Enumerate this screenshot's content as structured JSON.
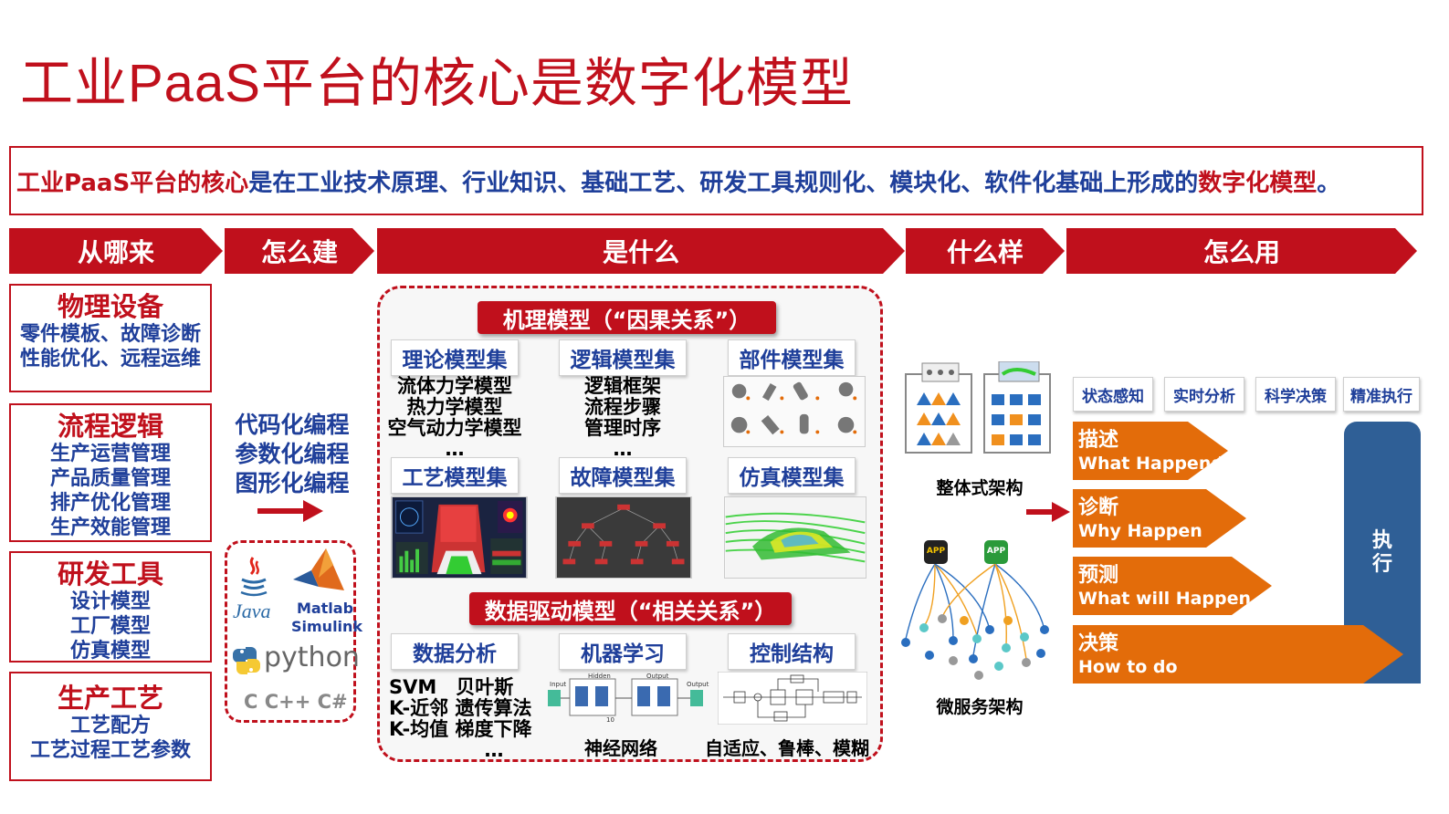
{
  "title": "工业PaaS平台的核心是数字化模型",
  "definition": {
    "part1": "工业PaaS平台的核心",
    "part2": "是在工业技术原理、行业知识、基础工艺、研发工具规则化、模块化、软件化基础上形成的",
    "part3": "数字化模型",
    "end": "。"
  },
  "headers": [
    "从哪来",
    "怎么建",
    "是什么",
    "什么样",
    "怎么用"
  ],
  "sources": [
    {
      "heading": "物理设备",
      "lines": [
        "零件模板、故障诊断",
        "性能优化、远程运维"
      ]
    },
    {
      "heading": "流程逻辑",
      "lines": [
        "生产运营管理",
        "产品质量管理",
        "排产优化管理",
        "生产效能管理"
      ]
    },
    {
      "heading": "研发工具",
      "lines": [
        "设计模型",
        "工厂模型",
        "仿真模型"
      ]
    },
    {
      "heading": "生产工艺",
      "lines": [
        "工艺配方",
        "工艺过程工艺参数"
      ]
    }
  ],
  "methods": [
    "代码化编程",
    "参数化编程",
    "图形化编程"
  ],
  "languages": {
    "java": "Java",
    "matlab": "Matlab",
    "simulink": "Simulink",
    "python": "python",
    "c": "C C++ C#"
  },
  "mechanism": {
    "banner": "机理模型（“因果关系”）",
    "sets": [
      {
        "label": "理论模型集",
        "items": [
          "流体力学模型",
          "热力学模型",
          "空气动力学模型",
          "…"
        ]
      },
      {
        "label": "逻辑模型集",
        "items": [
          "逻辑框架",
          "流程步骤",
          "管理时序",
          "…"
        ]
      },
      {
        "label": "部件模型集"
      },
      {
        "label": "工艺模型集"
      },
      {
        "label": "故障模型集"
      },
      {
        "label": "仿真模型集"
      }
    ]
  },
  "datadriven": {
    "banner": "数据驱动模型（“相关关系”）",
    "sets": [
      {
        "label": "数据分析",
        "items": [
          "SVM　贝叶斯",
          "K-近邻 遗传算法",
          "K-均值 梯度下降",
          "…"
        ]
      },
      {
        "label": "机器学习",
        "caption": "神经网络"
      },
      {
        "label": "控制结构",
        "caption": "自适应、鲁棒、模糊"
      }
    ],
    "nn_labels": {
      "input": "Input",
      "hidden": "Hidden",
      "output1": "Output",
      "output2": "Output",
      "ten": "10"
    }
  },
  "architecture": {
    "monolith": "整体式架构",
    "microservice": "微服务架构",
    "app": "APP"
  },
  "usage": {
    "capabilities": [
      "状态感知",
      "实时分析",
      "科学决策",
      "精准执行"
    ],
    "steps": [
      {
        "cn": "描述",
        "en": "What Happend"
      },
      {
        "cn": "诊断",
        "en": "Why Happen"
      },
      {
        "cn": "预测",
        "en": "What will Happen"
      },
      {
        "cn": "决策",
        "en": "How to do"
      }
    ],
    "execute": "执行"
  },
  "colors": {
    "red": "#c0101c",
    "blue": "#1f3f9a",
    "orange": "#e36c0a",
    "steel": "#2f5f96"
  }
}
